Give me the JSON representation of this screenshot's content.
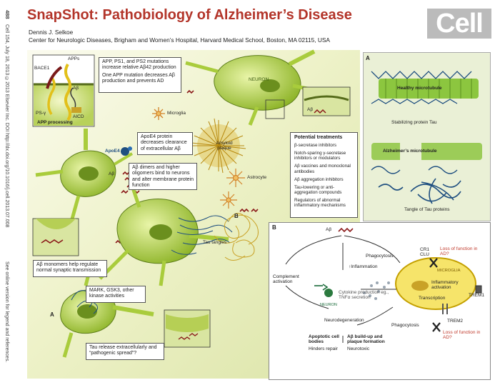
{
  "page": {
    "number": "488"
  },
  "sidebar": {
    "citation": "Cell 154, July 18, 2013 ©2013 Elsevier Inc.   DOI http://dx.doi.org/10.1016/j.cell.2013.07.008",
    "note": "See online version for legend and references."
  },
  "header": {
    "title": "SnapShot: Pathobiology of Alzheimer’s Disease",
    "author": "Dennis J. Selkoe",
    "affiliation": "Center for Neurologic Diseases, Brigham and Women’s Hospital, Harvard Medical School, Boston, MA 02115, USA",
    "logo": "Cell"
  },
  "app_inset": {
    "labels": {
      "appps": "APPs",
      "bace1": "BACE1",
      "abeta": "Aβ",
      "ps": "PS-γ",
      "aicd": "AICD"
    },
    "caption": "APP processing"
  },
  "notes": {
    "mutations": "APP, PS1, and PS2 mutations increase relative Aβ42 production",
    "one_mutation": "One APP mutation decreases Aβ production and prevents AD",
    "apoe4_box": "ApoE4 protein decreases clearance of extracellular Aβ",
    "dimers": "Aβ dimers and higher oligomers bind to neurons and alter membrane protein function",
    "monomers": "Aβ monomers help regulate normal synaptic transmission",
    "kinase": "MARK, GSK3, other kinase activities",
    "tau_release": "Tau release extracellularly and “pathogenic spread”?"
  },
  "labels": {
    "neuron": "NEURON",
    "microglia": "Microglia",
    "apoe4": "ApoE4",
    "abeta_main": "Aβ",
    "abeta_neuron": "Aβ",
    "amyloid": "Amyloid plaque",
    "astrocyte": "Astrocyte",
    "tau_tangles": "Tau tangles",
    "marker_a": "A",
    "marker_b": "B"
  },
  "treatments": {
    "title": "Potential treatments",
    "items": [
      "β-secretase inhibitors",
      "Notch-sparing γ-secretase inhibitors or modulators",
      "Aβ vaccines and monoclonal antibodies",
      "Aβ aggregation inhibitors",
      "Tau-lowering or anti-aggregation compounds",
      "Regulators of abnormal inflammatory mechanisms"
    ]
  },
  "panel_a": {
    "letter": "A",
    "healthy": "Healthy microtubule",
    "stabilizing": "Stabilizing protein Tau",
    "alzheimers": "Alzheimer’s microtubule",
    "tangle": "Tangle of Tau proteins"
  },
  "panel_b": {
    "letter": "B",
    "abeta": "Aβ",
    "phagocytosis_top": "Phagocytosis",
    "cr1clu": "CR1\nCLU",
    "loss_top": "Loss of function in AD?",
    "inflammation": "↑Inflammation",
    "complement": "Complement activation",
    "microglia": "MICROGLIA",
    "inflam_activation": "Inflammatory activation",
    "trem1": "TREM1",
    "cytokine": "Cytokine production eg., TNFα secretion",
    "neuron": "NEURON",
    "transcription": "Transcription",
    "neurodegeneration": "Neurodegeneration",
    "phagocytosis_bottom": "Phagocytosis",
    "trem2": "TREM2",
    "loss_bottom": "Loss of function in AD?",
    "apoptotic": "Apoptotic cell bodies",
    "hinders": "Hinders repair",
    "buildup": "Aβ build-up and plaque formation",
    "neurotoxic": "Neurotoxic"
  },
  "colors": {
    "title": "#b3352a",
    "neuron_green": "#a9cc3c",
    "tau_blue": "#1f4f80",
    "plaque_gold": "#c9a227",
    "abeta_red": "#8b1a1a",
    "microglia_yellow": "#f0d020"
  }
}
